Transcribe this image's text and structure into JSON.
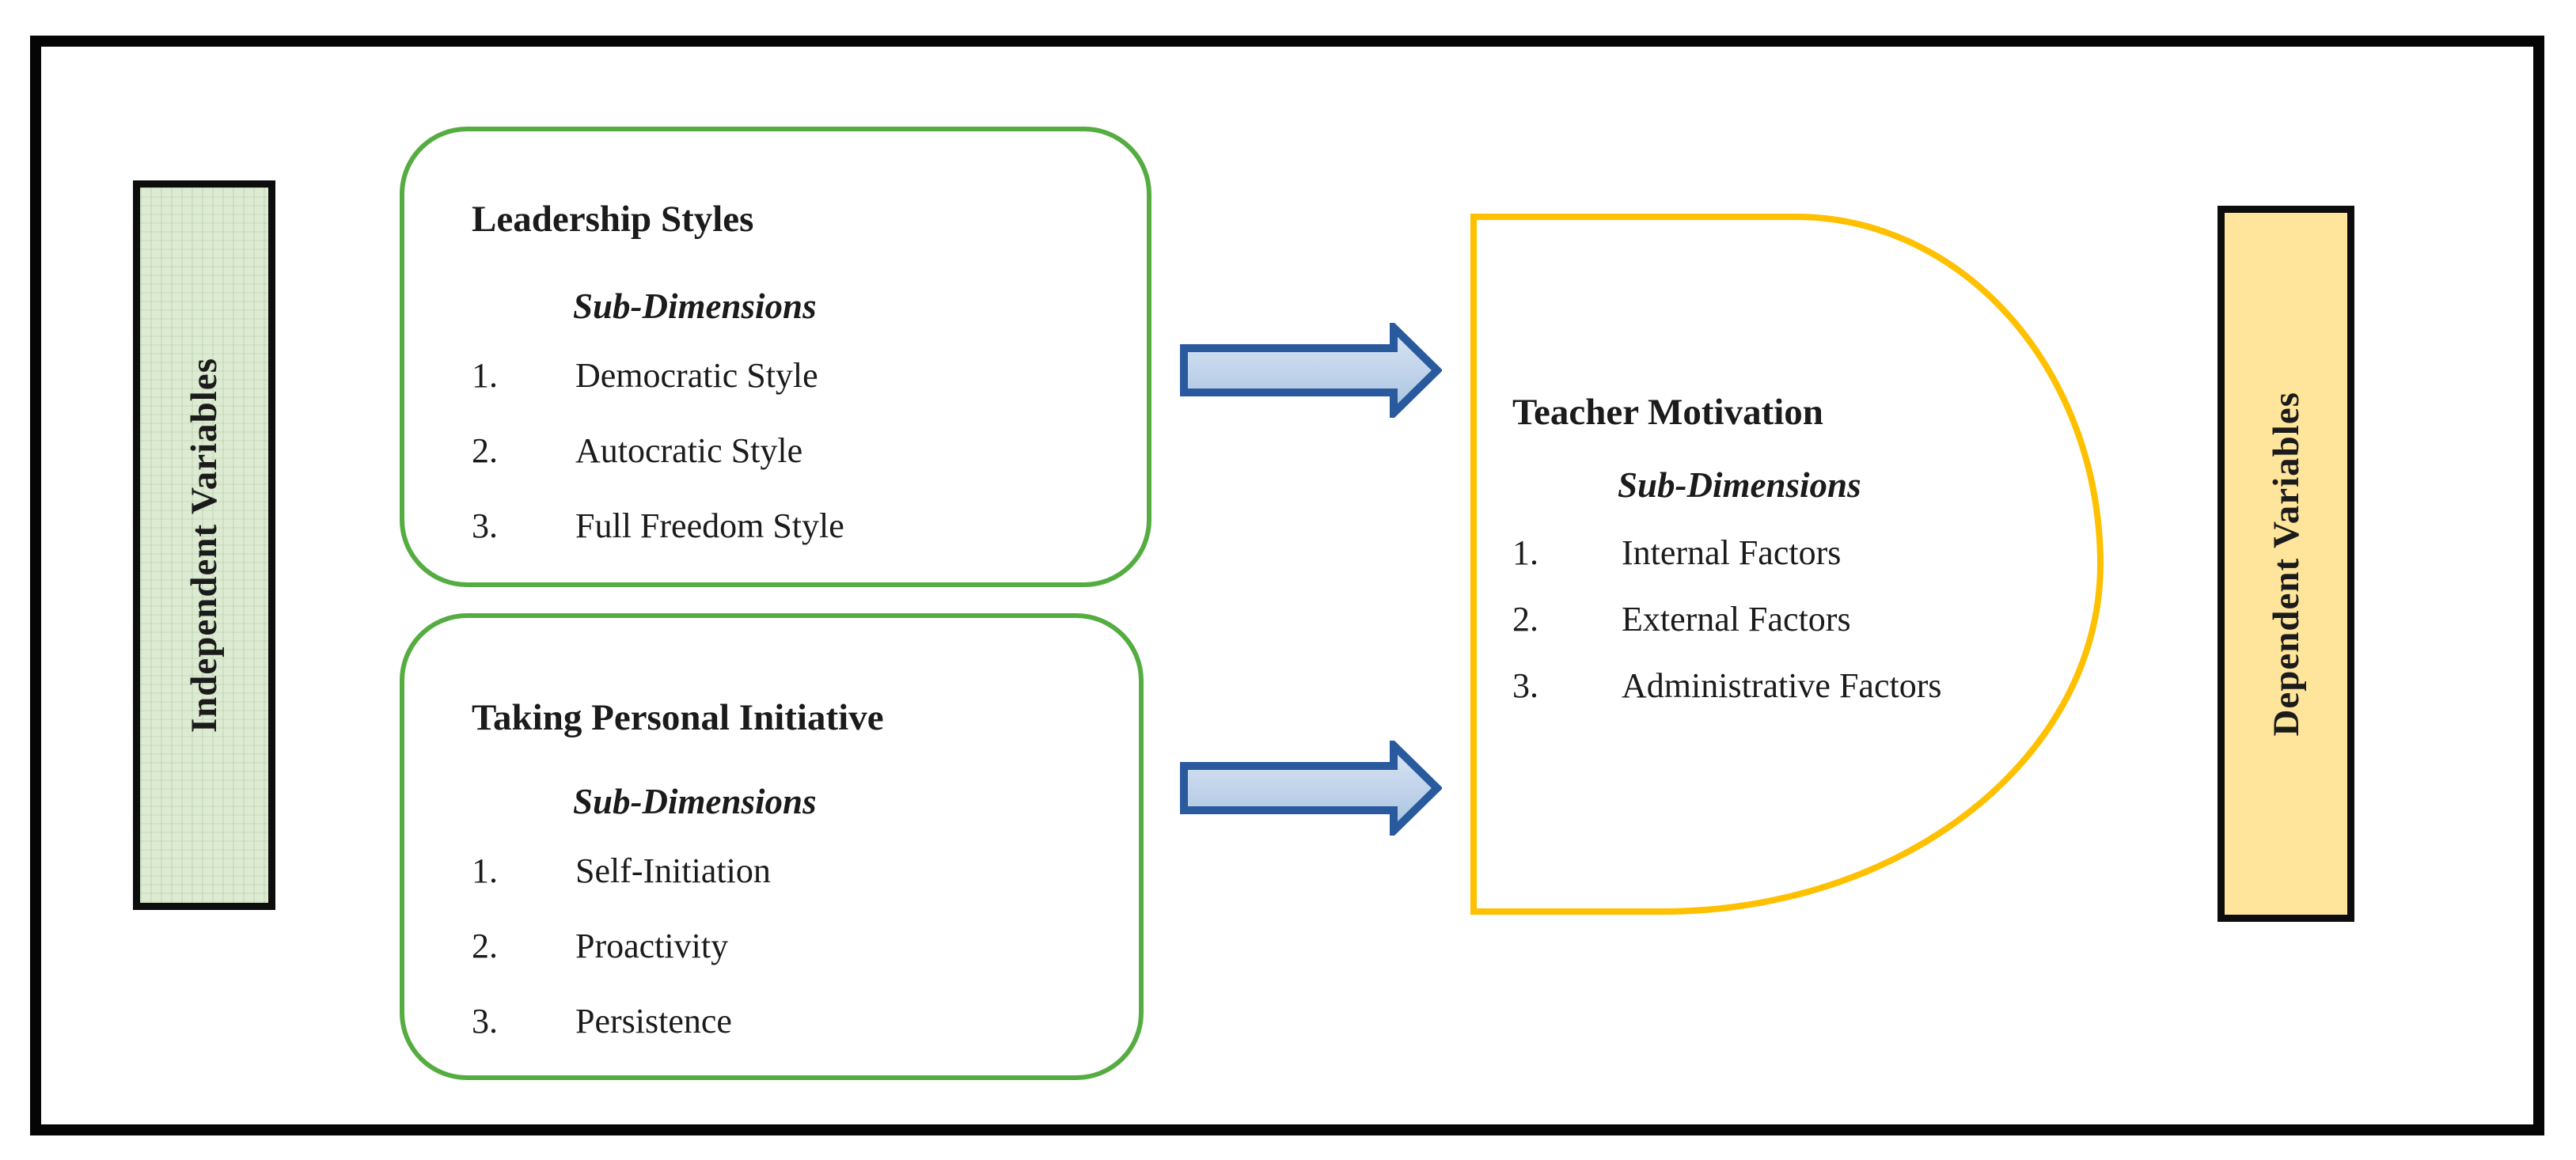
{
  "diagram": {
    "independent_label": "Independent Variables",
    "dependent_label": "Dependent Variables",
    "panels": [
      {
        "title": "Leadership Styles",
        "subtitle": "Sub-Dimensions",
        "items": [
          "Democratic Style",
          "Autocratic Style",
          "Full Freedom Style"
        ]
      },
      {
        "title": "Taking Personal Initiative",
        "subtitle": "Sub-Dimensions",
        "items": [
          "Self-Initiation",
          "Proactivity",
          "Persistence"
        ]
      }
    ],
    "motivation": {
      "title": "Teacher Motivation",
      "subtitle": "Sub-Dimensions",
      "items": [
        "Internal Factors",
        "External Factors",
        "Administrative Factors"
      ]
    },
    "colors": {
      "frame_border": "#050505",
      "panel_border_green": "#55ad42",
      "independent_fill": "#deebd3",
      "dependent_fill": "#ffe59b",
      "motivation_border_gold": "#ffc000",
      "arrow_border_blue": "#2a5a9e",
      "arrow_fill_light": "#dbe6f4",
      "arrow_fill_dark": "#a8c2e0",
      "text": "#1b1b1b"
    }
  }
}
